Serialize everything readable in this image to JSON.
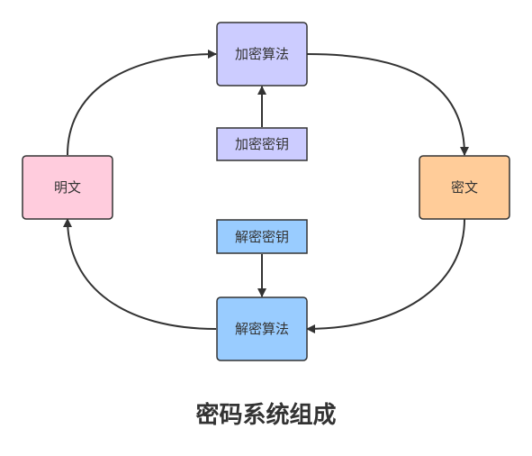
{
  "nodes": {
    "plaintext": {
      "label": "明文",
      "fill": "#ffccdd"
    },
    "encrypt_alg": {
      "label": "加密算法",
      "fill": "#ccccff"
    },
    "encrypt_key": {
      "label": "加密密钥",
      "fill": "#ccccff"
    },
    "ciphertext": {
      "label": "密文",
      "fill": "#ffcc99"
    },
    "decrypt_key": {
      "label": "解密密钥",
      "fill": "#99ccff"
    },
    "decrypt_alg": {
      "label": "解密算法",
      "fill": "#99ccff"
    }
  },
  "caption": "密码系统组成",
  "colors": {
    "stroke": "#333333",
    "text": "#333333"
  }
}
